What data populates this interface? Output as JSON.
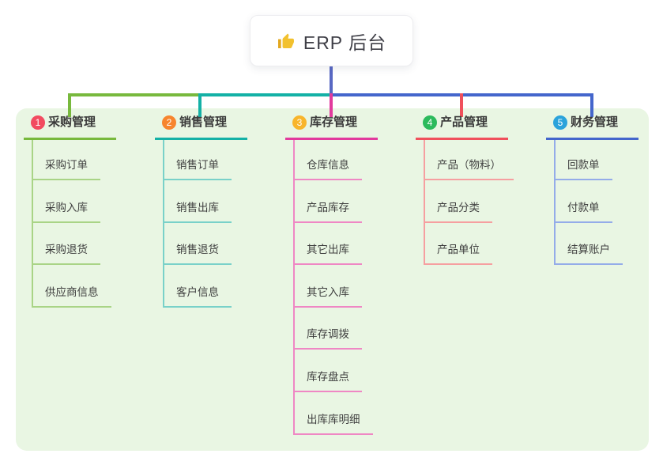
{
  "root": {
    "label": "ERP 后台",
    "icon": "thumbs-up"
  },
  "panel_color": "#e9f6e3",
  "root_line_color": "#5868c3",
  "branches": [
    {
      "index": "1",
      "title": "采购管理",
      "badge_color": "#f24b60",
      "line_color": "#78b93d",
      "light_line_color": "#a9d486",
      "children": [
        "采购订单",
        "采购入库",
        "采购退货",
        "供应商信息"
      ]
    },
    {
      "index": "2",
      "title": "销售管理",
      "badge_color": "#f7852e",
      "line_color": "#14b1a6",
      "light_line_color": "#79d1c9",
      "children": [
        "销售订单",
        "销售出库",
        "销售退货",
        "客户信息"
      ]
    },
    {
      "index": "3",
      "title": "库存管理",
      "badge_color": "#f8b52b",
      "line_color": "#e23a9d",
      "light_line_color": "#ef87c4",
      "children": [
        "仓库信息",
        "产品库存",
        "其它出库",
        "其它入库",
        "库存调拨",
        "库存盘点",
        "出库库明细"
      ]
    },
    {
      "index": "4",
      "title": "产品管理",
      "badge_color": "#2cba5c",
      "line_color": "#f0505c",
      "light_line_color": "#f69fa0",
      "children": [
        "产品（物料）",
        "产品分类",
        "产品单位"
      ]
    },
    {
      "index": "5",
      "title": "财务管理",
      "badge_color": "#2ba3db",
      "line_color": "#4466cc",
      "light_line_color": "#94ace9",
      "children": [
        "回款单",
        "付款单",
        "结算账户"
      ]
    }
  ],
  "connector_segments": {
    "bus_left_color": "#78b93d",
    "bus_mid_color": "#14b1a6",
    "bus_right_color": "#4466cc"
  }
}
